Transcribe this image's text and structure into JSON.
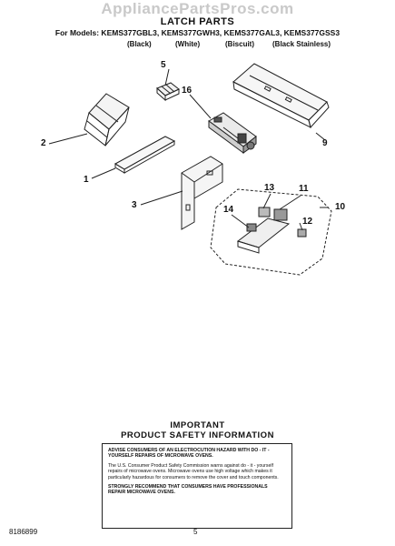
{
  "watermark": "AppliancePartsPros.com",
  "header": {
    "title": "LATCH PARTS",
    "models": "For Models: KEMS377GBL3, KEMS377GWH3, KEMS377GAL3, KEMS377GSS3",
    "colors": [
      "(Black)",
      "(White)",
      "(Biscuit)",
      "(Black Stainless)"
    ]
  },
  "callouts": [
    "5",
    "16",
    "9",
    "2",
    "1",
    "3",
    "13",
    "11",
    "10",
    "14",
    "12"
  ],
  "safety": {
    "title_line1": "IMPORTANT",
    "title_line2": "PRODUCT SAFETY INFORMATION",
    "paragraph1": "ADVISE CONSUMERS OF AN ELECTROCUTION HAZARD WITH DO - IT - YOURSELF REPAIRS OF MICROWAVE OVENS.",
    "paragraph2": "The U.S. Consumer Product Safety Commission warns against do - it - yourself repairs of microwave ovens. Microwave ovens use high voltage which makes it particularly hazardous for consumers to remove the cover and touch components.",
    "paragraph3": "STRONGLY RECOMMEND THAT CONSUMERS HAVE PROFESSIONALS REPAIR MICROWAVE OVENS."
  },
  "footer": {
    "part_number": "8186899",
    "page": "5"
  }
}
